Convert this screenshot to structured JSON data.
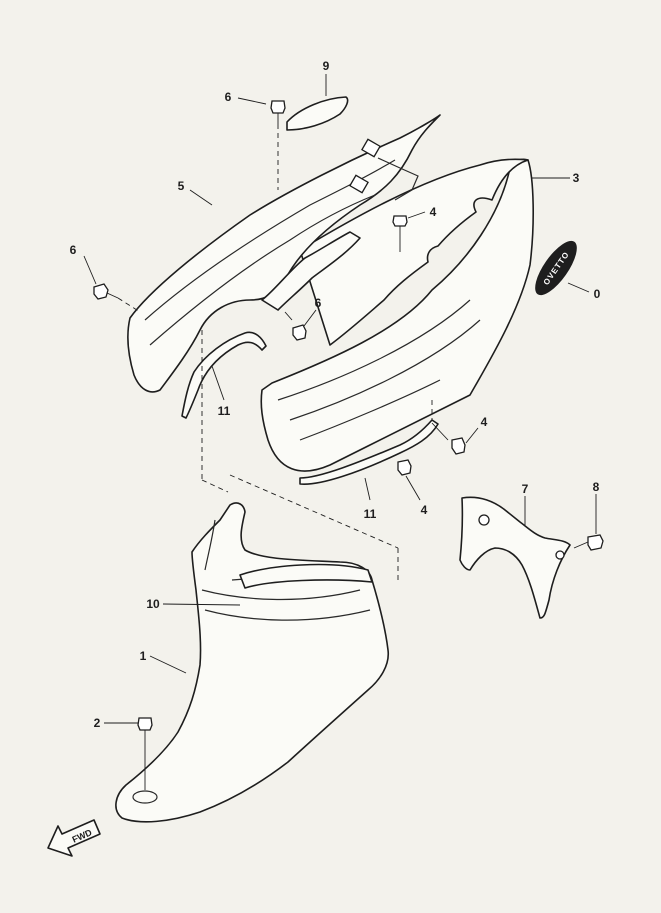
{
  "callouts": {
    "c9_top": "9",
    "c6_top": "6",
    "c5": "5",
    "c3": "3",
    "c4_upper": "4",
    "c6_left": "6",
    "c6_mid": "6",
    "c0_emblem": "0",
    "c11_left": "11",
    "c4_right": "4",
    "c4_lower": "4",
    "c11_lower": "11",
    "c7": "7",
    "c8": "8",
    "c10": "10",
    "c1": "1",
    "c2": "2"
  },
  "emblem_text": "OVETTO",
  "fwd_label": "FWD",
  "colors": {
    "line": "#1e1e1e",
    "paper": "#f3f2ec",
    "part_fill": "#fbfbf7"
  }
}
